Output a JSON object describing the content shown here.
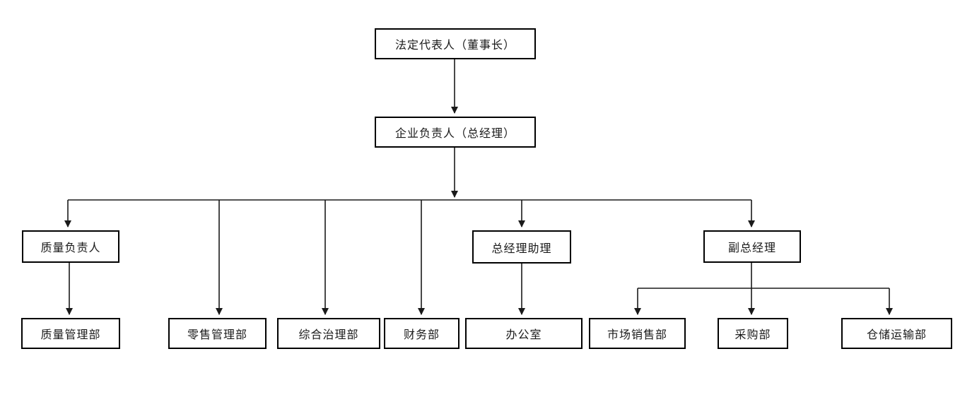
{
  "diagram": {
    "type": "org-chart",
    "background": "#ffffff",
    "line_color": "#1a1a1a",
    "box_border_color": "#000000",
    "text_color": "#1a1a1a",
    "nodes": {
      "legal_rep": {
        "label": "法定代表人（董事长）"
      },
      "gm": {
        "label": "企业负责人（总经理）"
      },
      "quality_lead": {
        "label": "质量负责人"
      },
      "gm_assistant": {
        "label": "总经理助理"
      },
      "deputy_gm": {
        "label": "副总经理"
      },
      "quality_dept": {
        "label": "质量管理部"
      },
      "retail_dept": {
        "label": "零售管理部"
      },
      "governance_dept": {
        "label": "综合治理部"
      },
      "finance_dept": {
        "label": "财务部"
      },
      "office": {
        "label": "办公室"
      },
      "sales_dept": {
        "label": "市场销售部"
      },
      "purchasing_dept": {
        "label": "采购部"
      },
      "warehouse_dept": {
        "label": "仓储运输部"
      }
    },
    "edges": [
      {
        "from": "legal_rep",
        "to": "gm"
      },
      {
        "from": "gm",
        "to": "quality_lead"
      },
      {
        "from": "gm",
        "to": "retail_dept"
      },
      {
        "from": "gm",
        "to": "governance_dept"
      },
      {
        "from": "gm",
        "to": "finance_dept"
      },
      {
        "from": "gm",
        "to": "gm_assistant"
      },
      {
        "from": "gm",
        "to": "deputy_gm"
      },
      {
        "from": "quality_lead",
        "to": "quality_dept"
      },
      {
        "from": "gm_assistant",
        "to": "office"
      },
      {
        "from": "deputy_gm",
        "to": "sales_dept"
      },
      {
        "from": "deputy_gm",
        "to": "purchasing_dept"
      },
      {
        "from": "deputy_gm",
        "to": "warehouse_dept"
      }
    ]
  }
}
